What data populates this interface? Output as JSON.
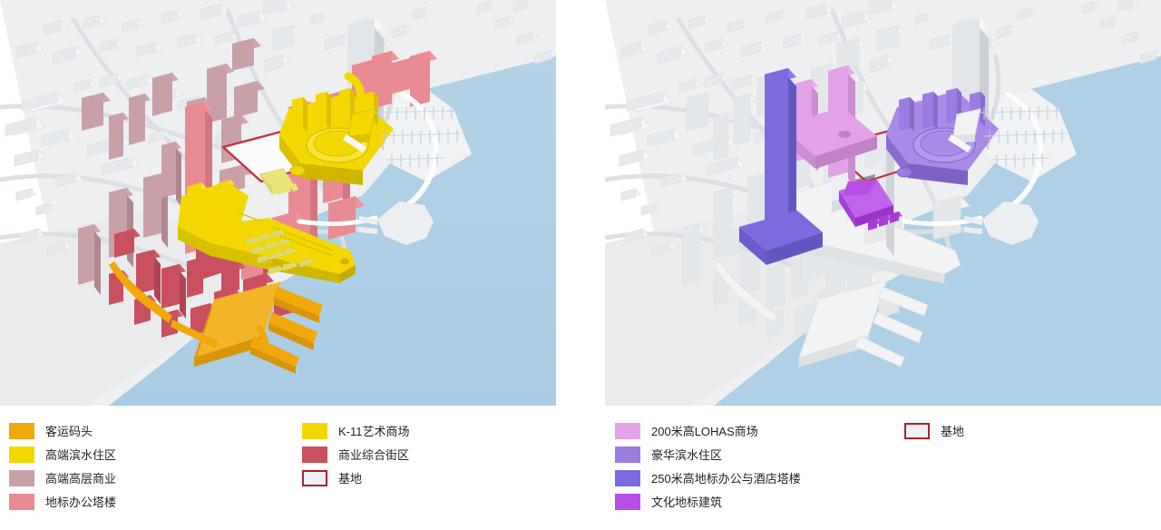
{
  "colors": {
    "water": "#afd0e6",
    "ground": "#edeff1",
    "ground_shadow": "#dfe2e5",
    "white_mass": "#f4f5f6",
    "white_mass_side": "#e2e4e7",
    "white_mass_dark": "#cfd2d6",
    "orange": "#f0a80a",
    "orange_dark": "#d8950a",
    "yellow": "#f2d800",
    "yellow_dark": "#d9c000",
    "yellow_pale": "#e9e57a",
    "rose_muted": "#c9a0a8",
    "rose_muted_dark": "#b38c95",
    "pink_tower": "#e98b93",
    "pink_tower_dark": "#d4767f",
    "crimson": "#c8505f",
    "crimson_dark": "#b14352",
    "site_outline": "#b01f2b",
    "site_fill": "#eef1f4",
    "lilac": "#e3a2e8",
    "lilac_dark": "#cc8ed2",
    "violet_mid": "#9b7ce0",
    "violet_mid_dark": "#8a6bd0",
    "blue_violet": "#7b6bdf",
    "blue_violet_dark": "#6b5ccc",
    "bright_violet": "#b84ee8",
    "bright_violet_dark": "#a43dd4",
    "text": "#231f20"
  },
  "panels": [
    {
      "id": "left",
      "name": "existing-context-massing-diagram",
      "legend_columns": [
        {
          "items": [
            {
              "label": "客运码头",
              "color": "#f0a80a",
              "type": "fill",
              "icon": "color-swatch"
            },
            {
              "label": "高端滨水住区",
              "color": "#f2d800",
              "type": "fill",
              "icon": "color-swatch"
            },
            {
              "label": "高端高层商业",
              "color": "#c9a0a8",
              "type": "fill",
              "icon": "color-swatch"
            },
            {
              "label": "地标办公塔楼",
              "color": "#e98b93",
              "type": "fill",
              "icon": "color-swatch"
            }
          ]
        },
        {
          "items": [
            {
              "label": "K-11艺术商场",
              "color": "#f2d800",
              "type": "fill",
              "icon": "color-swatch"
            },
            {
              "label": "商业综合街区",
              "color": "#c8505f",
              "type": "fill",
              "icon": "color-swatch"
            },
            {
              "label": "基地",
              "color": "#eef1f4",
              "border": "#b01f2b",
              "type": "outline",
              "icon": "outline-swatch"
            }
          ]
        }
      ]
    },
    {
      "id": "right",
      "name": "proposed-scheme-massing-diagram",
      "legend_columns": [
        {
          "items": [
            {
              "label": "200米高LOHAS商场",
              "color": "#e3a2e8",
              "type": "fill",
              "icon": "color-swatch"
            },
            {
              "label": "豪华滨水住区",
              "color": "#9b7ce0",
              "type": "fill",
              "icon": "color-swatch"
            },
            {
              "label": "250米高地标办公与酒店塔楼",
              "color": "#7b6bdf",
              "type": "fill",
              "icon": "color-swatch"
            },
            {
              "label": "文化地标建筑",
              "color": "#b84ee8",
              "type": "fill",
              "icon": "color-swatch"
            }
          ]
        },
        {
          "items": [
            {
              "label": "基地",
              "color": "#eef1f4",
              "border": "#b01f2b",
              "type": "outline",
              "icon": "outline-swatch"
            }
          ]
        }
      ]
    }
  ]
}
